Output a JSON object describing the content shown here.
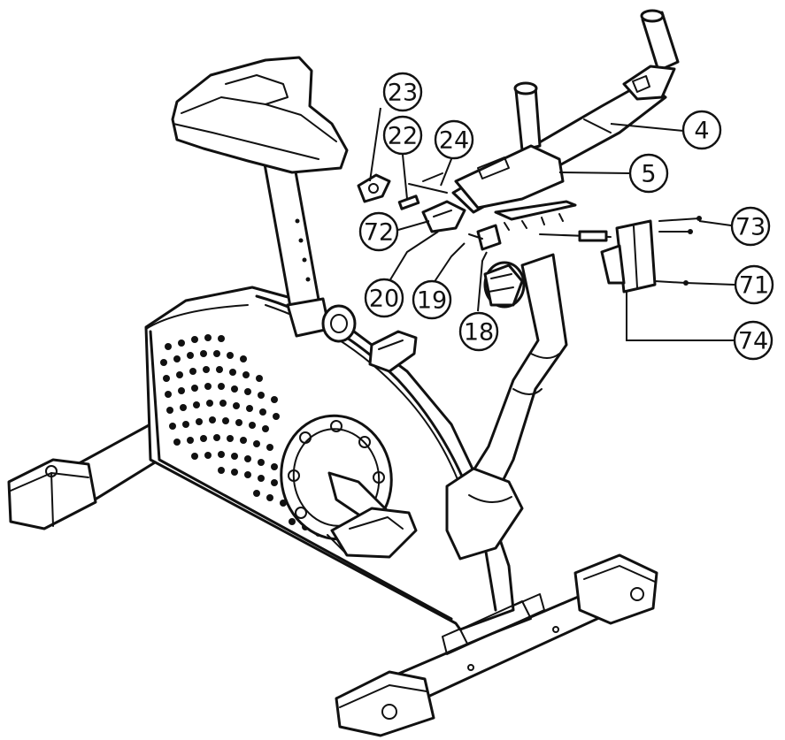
{
  "callouts": [
    {
      "id": "c23",
      "label": "23"
    },
    {
      "id": "c22",
      "label": "22"
    },
    {
      "id": "c24",
      "label": "24"
    },
    {
      "id": "c4",
      "label": "4"
    },
    {
      "id": "c5",
      "label": "5"
    },
    {
      "id": "c73",
      "label": "73"
    },
    {
      "id": "c72",
      "label": "72"
    },
    {
      "id": "c71",
      "label": "71"
    },
    {
      "id": "c20",
      "label": "20"
    },
    {
      "id": "c19",
      "label": "19"
    },
    {
      "id": "c18",
      "label": "18"
    },
    {
      "id": "c74",
      "label": "74"
    }
  ]
}
